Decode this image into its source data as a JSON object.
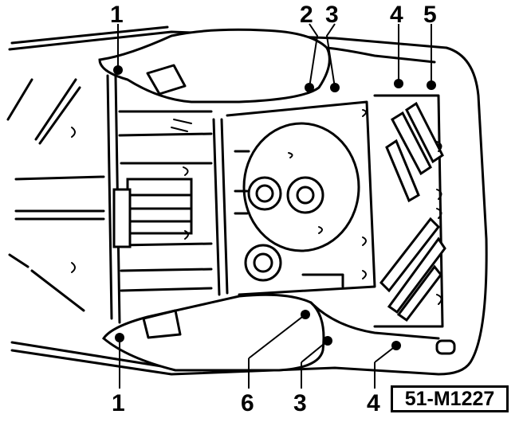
{
  "figure_id": "51-M1227",
  "callouts": [
    {
      "id": "c1-top",
      "label": "1"
    },
    {
      "id": "c2-top",
      "label": "2"
    },
    {
      "id": "c3-top",
      "label": "3"
    },
    {
      "id": "c4-top",
      "label": "4"
    },
    {
      "id": "c5-top",
      "label": "5"
    },
    {
      "id": "c1-bottom",
      "label": "1"
    },
    {
      "id": "c6-bottom",
      "label": "6"
    },
    {
      "id": "c3-bottom",
      "label": "3"
    },
    {
      "id": "c4-bottom",
      "label": "4"
    }
  ]
}
